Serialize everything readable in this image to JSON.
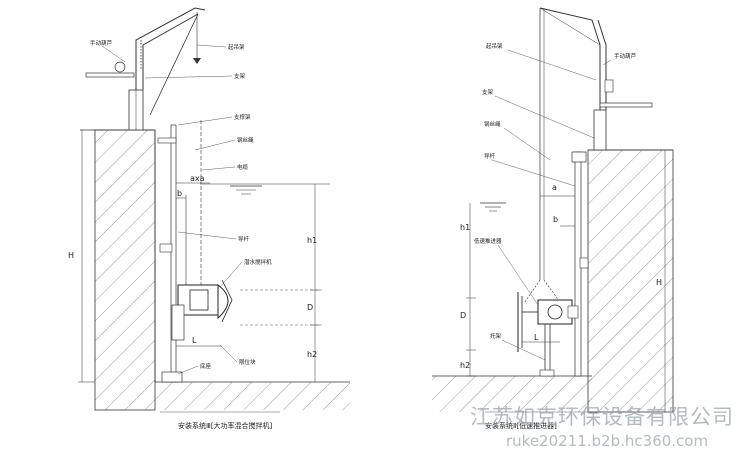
{
  "left": {
    "labels": {
      "hand_hoist": "手动葫芦",
      "hoist_frame": "起吊架",
      "bracket": "支架",
      "support": "支撑架",
      "wire_rope": "钢丝绳",
      "cable": "电缆",
      "guide_rod": "导杆",
      "mixer": "潜水搅拌机",
      "limit_block": "限位块",
      "base": "底座"
    },
    "dims": {
      "axa": "axa",
      "b": "b",
      "h1": "h1",
      "D": "D",
      "L": "L",
      "h2": "h2",
      "H": "H"
    },
    "caption": "安装系统Ⅲ[大功率混合搅拌机]"
  },
  "right": {
    "labels": {
      "hoist_frame": "起吊架",
      "hand_hoist": "手动葫芦",
      "bracket": "支架",
      "wire_rope": "钢丝绳",
      "guide_rod": "导杆",
      "flow_pusher": "低速推进器",
      "bracket_bottom": "托架"
    },
    "dims": {
      "a": "a",
      "b": "b",
      "h1": "h1",
      "D": "D",
      "L": "L",
      "h2": "h2",
      "H": "H"
    },
    "caption": "安装系统Ⅱ[低速推进器]"
  },
  "watermark": {
    "company": "江苏如克环保设备有限公司",
    "url": "ruke20211.b2b.hc360.com"
  }
}
